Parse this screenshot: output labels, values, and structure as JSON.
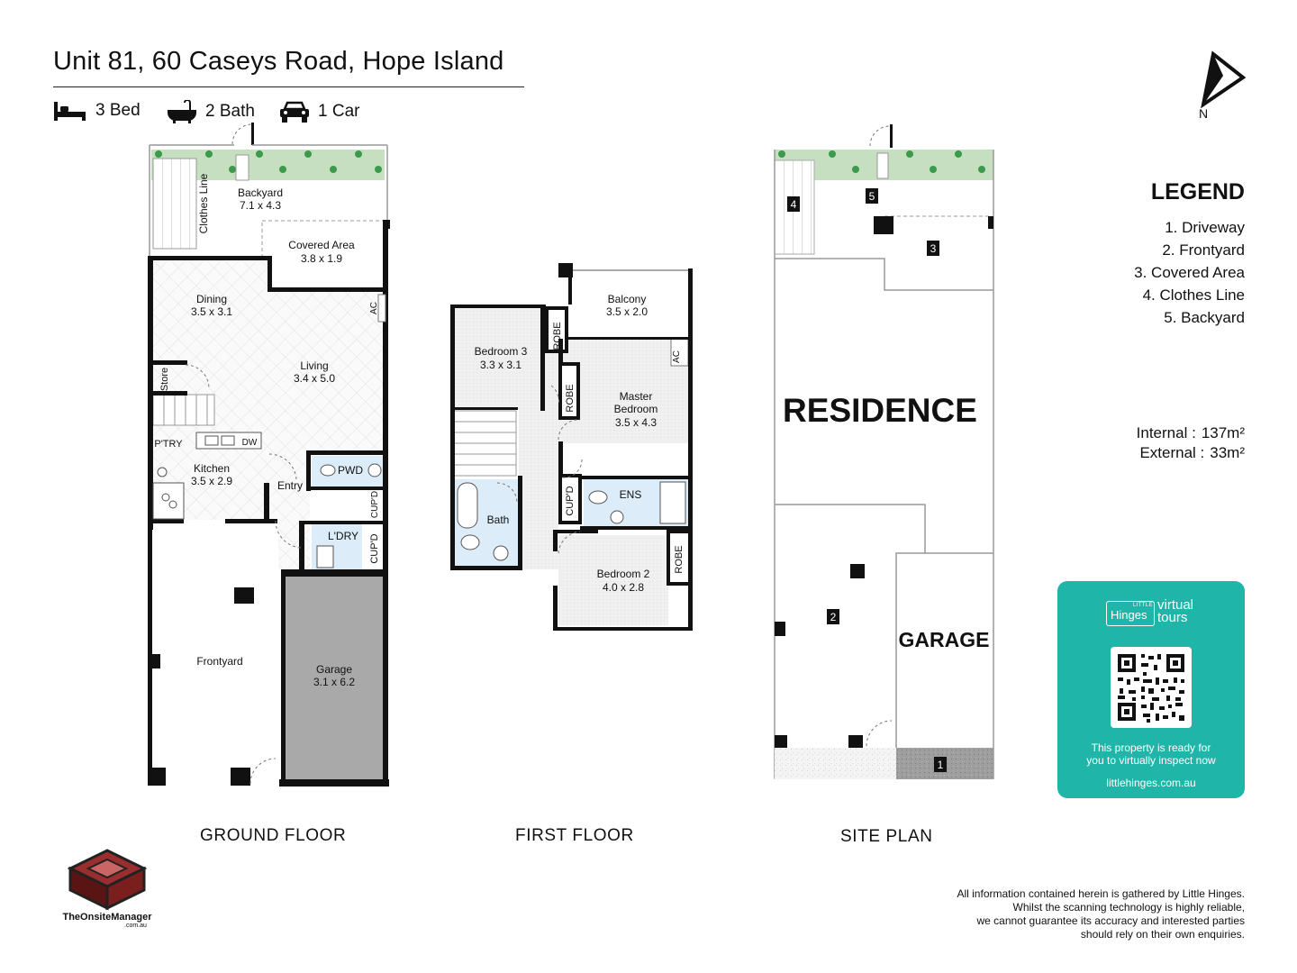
{
  "header": {
    "title": "Unit 81, 60 Caseys Road, Hope Island",
    "features": [
      {
        "icon": "bed-icon",
        "label": "3 Bed"
      },
      {
        "icon": "bath-icon",
        "label": "2 Bath"
      },
      {
        "icon": "car-icon",
        "label": "1 Car"
      }
    ]
  },
  "compass": {
    "label": "N"
  },
  "ground_floor": {
    "label": "GROUND FLOOR",
    "rooms": {
      "backyard": {
        "name": "Backyard",
        "size": "7.1 x 4.3"
      },
      "clothes_line": {
        "name": "Clothes Line"
      },
      "covered_area": {
        "name": "Covered Area",
        "size": "3.8 x 1.9"
      },
      "dining": {
        "name": "Dining",
        "size": "3.5 x 3.1"
      },
      "living": {
        "name": "Living",
        "size": "3.4 x 5.0"
      },
      "ac": {
        "name": "AC"
      },
      "store": {
        "name": "Store"
      },
      "ptry": {
        "name": "P'TRY"
      },
      "dw": {
        "name": "DW"
      },
      "kitchen": {
        "name": "Kitchen",
        "size": "3.5 x 2.9"
      },
      "entry": {
        "name": "Entry"
      },
      "pwd": {
        "name": "PWD"
      },
      "cupd1": {
        "name": "CUP'D"
      },
      "ldry": {
        "name": "L'DRY"
      },
      "cupd2": {
        "name": "CUP'D"
      },
      "frontyard": {
        "name": "Frontyard"
      },
      "garage": {
        "name": "Garage",
        "size": "3.1 x 6.2"
      }
    }
  },
  "first_floor": {
    "label": "FIRST FLOOR",
    "rooms": {
      "balcony": {
        "name": "Balcony",
        "size": "3.5 x 2.0"
      },
      "bedroom3": {
        "name": "Bedroom 3",
        "size": "3.3 x 3.1"
      },
      "robe1": {
        "name": "ROBE"
      },
      "robe2": {
        "name": "ROBE"
      },
      "ac": {
        "name": "AC"
      },
      "master": {
        "name_line1": "Master",
        "name_line2": "Bedroom",
        "size": "3.5 x 4.3"
      },
      "bath": {
        "name": "Bath"
      },
      "cupd": {
        "name": "CUP'D"
      },
      "ens": {
        "name": "ENS"
      },
      "bedroom2": {
        "name": "Bedroom 2",
        "size": "4.0 x 2.8"
      },
      "robe3": {
        "name": "ROBE"
      }
    }
  },
  "site_plan": {
    "label": "SITE PLAN",
    "residence": "RESIDENCE",
    "garage": "GARAGE",
    "markers": [
      "1",
      "2",
      "3",
      "4",
      "5"
    ]
  },
  "legend": {
    "title": "LEGEND",
    "items": [
      "1. Driveway",
      "2. Frontyard",
      "3. Covered Area",
      "4. Clothes Line",
      "5. Backyard"
    ]
  },
  "areas": {
    "internal_label": "Internal  :",
    "internal_value": "137m²",
    "external_label": "External :",
    "external_value": "33m²"
  },
  "virtual_tour": {
    "brand_small": "LITTLE",
    "brand": "Hinges",
    "line1": "virtual",
    "line2": "tours",
    "cta_line1": "This property is ready for",
    "cta_line2": "you to virtually inspect now",
    "url": "littlehinges.com.au"
  },
  "logo": {
    "name": "TheOnsiteManager",
    "domain": ".com.au"
  },
  "disclaimer": [
    "All information contained herein is gathered by Little Hinges.",
    "Whilst the scanning technology is highly reliable,",
    "we cannot guarantee its accuracy and interested parties",
    "should rely on their own enquiries."
  ],
  "colors": {
    "accent": "#1fb5a8",
    "garden": "#c5dfc0",
    "tree": "#3c9a4a",
    "garage_fill": "#a9a9a9"
  }
}
